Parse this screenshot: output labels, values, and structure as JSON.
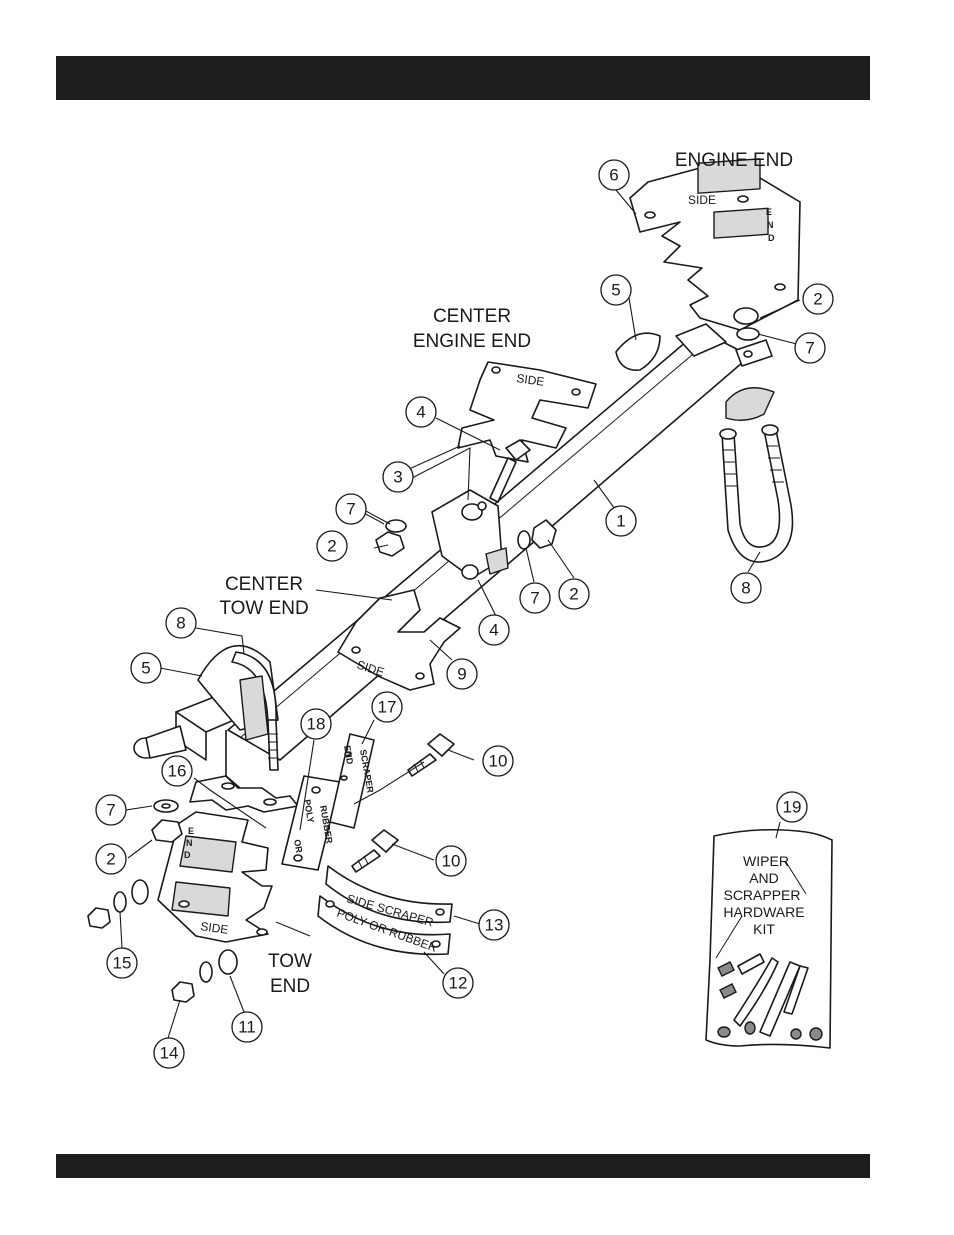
{
  "labels": {
    "engine_end": "ENGINE END",
    "center_engine_end": [
      "CENTER",
      "ENGINE END"
    ],
    "center_tow_end": [
      "CENTER",
      "TOW END"
    ],
    "tow_end": [
      "TOW",
      "END"
    ]
  },
  "stamps": {
    "side": "SIDE",
    "end_letters": [
      "E",
      "N",
      "D"
    ],
    "side_scraper": "SIDE SCRAPER",
    "poly_or_rubber": "POLY OR RUBBER",
    "end_scraper_a": "END",
    "end_scraper_b": "SCRAPER",
    "poly_a": "POLY",
    "poly_b": "RUBBER",
    "poly_c": "OR"
  },
  "kit": {
    "lines": [
      "WIPER",
      "AND",
      "SCRAPPER",
      "HARDWARE",
      "KIT"
    ]
  },
  "callouts": [
    {
      "num": "1"
    },
    {
      "num": "2"
    },
    {
      "num": "2"
    },
    {
      "num": "2"
    },
    {
      "num": "2"
    },
    {
      "num": "3"
    },
    {
      "num": "4"
    },
    {
      "num": "4"
    },
    {
      "num": "5"
    },
    {
      "num": "5"
    },
    {
      "num": "6"
    },
    {
      "num": "7"
    },
    {
      "num": "7"
    },
    {
      "num": "7"
    },
    {
      "num": "7"
    },
    {
      "num": "8"
    },
    {
      "num": "8"
    },
    {
      "num": "9"
    },
    {
      "num": "10"
    },
    {
      "num": "10"
    },
    {
      "num": "11"
    },
    {
      "num": "12"
    },
    {
      "num": "13"
    },
    {
      "num": "14"
    },
    {
      "num": "15"
    },
    {
      "num": "16"
    },
    {
      "num": "17"
    },
    {
      "num": "18"
    },
    {
      "num": "19"
    }
  ]
}
